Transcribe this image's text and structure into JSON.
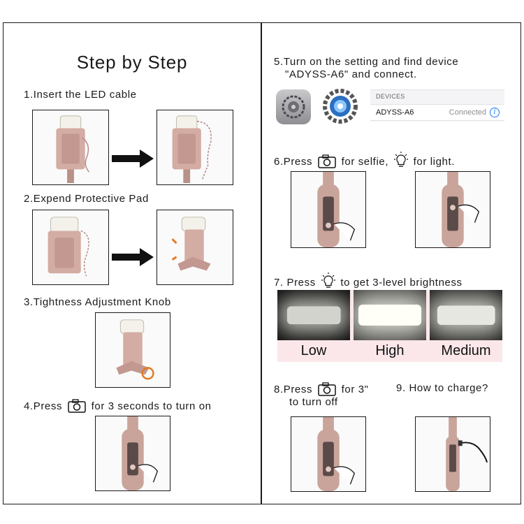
{
  "title": "Step by Step",
  "steps": {
    "s1": "1.Insert the LED cable",
    "s2": "2.Expend Protective Pad",
    "s3": "3.Tightness Adjustment Knob",
    "s4_before": "4.Press",
    "s4_after": "for 3 seconds to turn on",
    "s5_line1": "5.Turn on the setting and find device",
    "s5_line2": "\"ADYSS-A6\" and connect.",
    "s6_before": "6.Press",
    "s6_mid": "for selfie,",
    "s6_after": "for light.",
    "s7_before": "7. Press",
    "s7_after": "to get 3-level brightness",
    "s8_before": "8.Press",
    "s8_after": "for 3\"",
    "s8_line2": "to turn off",
    "s9": "9. How to charge?"
  },
  "device_list": {
    "header": "DEVICES",
    "device_name": "ADYSS-A6",
    "status": "Connected",
    "info_glyph": "i"
  },
  "brightness_levels": [
    {
      "label": "Low",
      "level": 0.55
    },
    {
      "label": "High",
      "level": 1.0
    },
    {
      "label": "Medium",
      "level": 0.75
    }
  ],
  "icons": {
    "camera": "camera-icon",
    "bulb": "light-bulb-icon",
    "settings": "settings-gear-icon",
    "info": "info-icon"
  },
  "colors": {
    "rose_gold": "#c9a49b",
    "frame": "#1a1a1a",
    "brightness_bg": "#fbe7ea",
    "ios_blue": "#1a7cf5"
  }
}
